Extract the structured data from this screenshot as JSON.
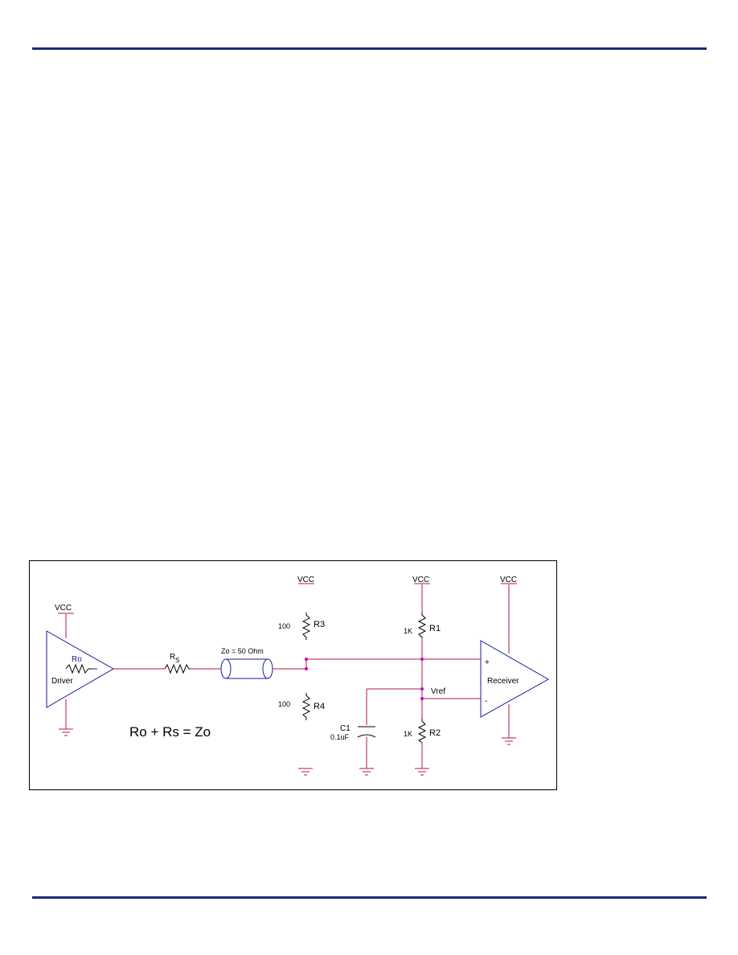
{
  "page": {
    "rule_color": "#1f2a78"
  },
  "schematic": {
    "wire_color": "#b0183c",
    "part_color": "#1a1aa0",
    "node_color": "#cc00cc",
    "labels": {
      "vcc_driver": "VCC",
      "vcc_r3": "VCC",
      "vcc_r1": "VCC",
      "vcc_receiver": "VCC",
      "driver_ro": "Ro",
      "driver": "Driver",
      "rs": "R",
      "rs_sub": "S",
      "zo": "Zo = 50 Ohm",
      "r3_value": "100",
      "r3": "R3",
      "r4_value": "100",
      "r4": "R4",
      "r1_value": "1K",
      "r1": "R1",
      "r2_value": "1K",
      "r2": "R2",
      "vref": "Vref",
      "c1": "C1",
      "c1_value": "0.1uF",
      "receiver": "Receiver",
      "plus": "+",
      "minus": "-",
      "equation": "Ro + Rs = Zo"
    }
  }
}
